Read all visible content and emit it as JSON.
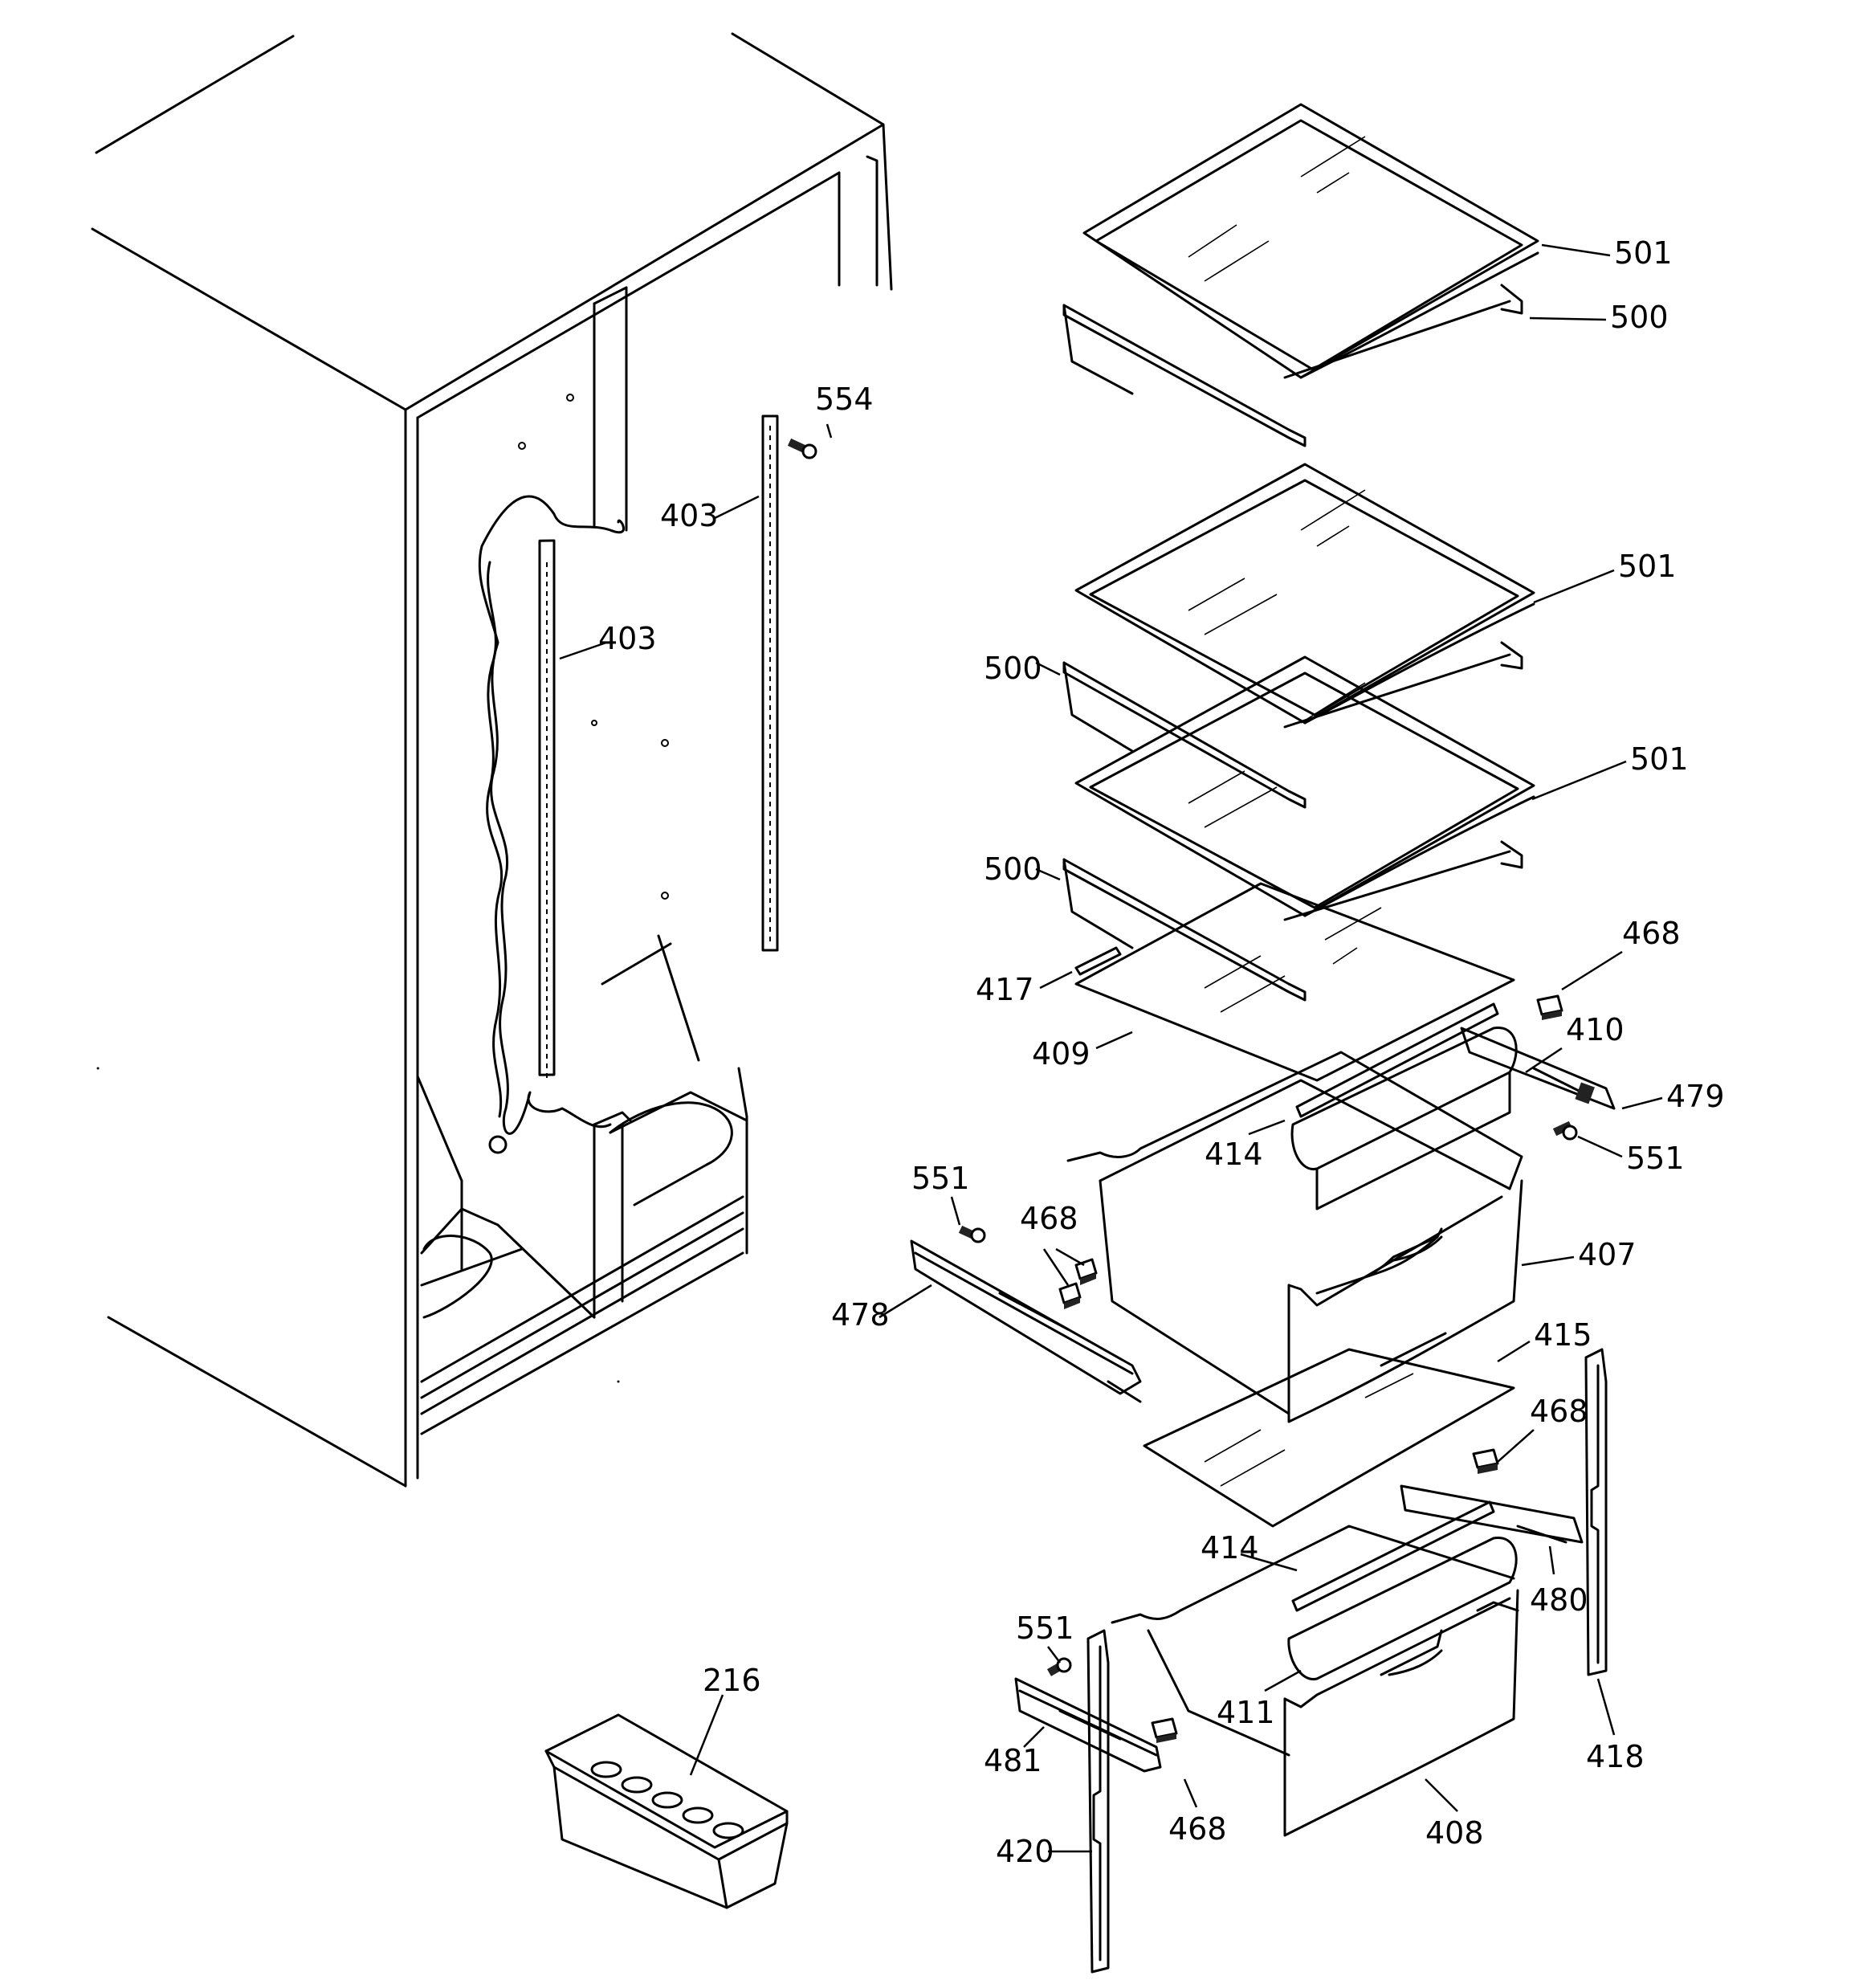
{
  "diagram": {
    "callouts": [
      "501",
      "500",
      "554",
      "403",
      "403",
      "501",
      "500",
      "501",
      "500",
      "468",
      "417",
      "410",
      "409",
      "479",
      "414",
      "551",
      "551",
      "468",
      "407",
      "478",
      "415",
      "468",
      "414",
      "480",
      "551",
      "216",
      "411",
      "481",
      "418",
      "468",
      "408",
      "420"
    ]
  }
}
